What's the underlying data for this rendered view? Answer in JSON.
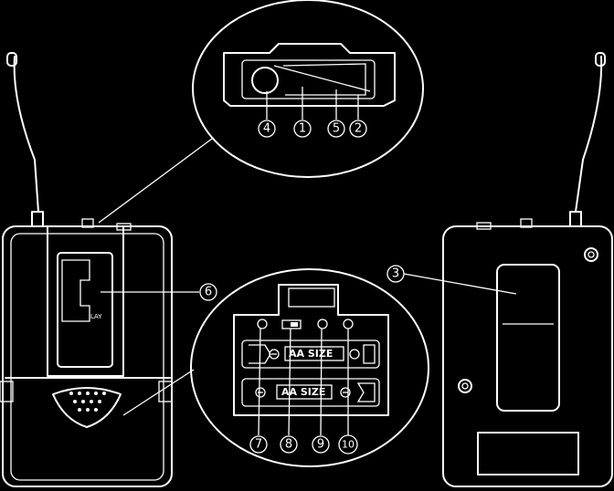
{
  "callouts": {
    "c1": "1",
    "c2": "2",
    "c3": "3",
    "c4": "4",
    "c5": "5",
    "c6": "6",
    "c7": "7",
    "c8": "8",
    "c9": "9",
    "c10": "10"
  },
  "battery_labels": [
    "AA SIZE",
    "AA SIZE"
  ],
  "display_fragment": "LAY",
  "colors": {
    "background": "#000000",
    "line": "#ffffff"
  }
}
